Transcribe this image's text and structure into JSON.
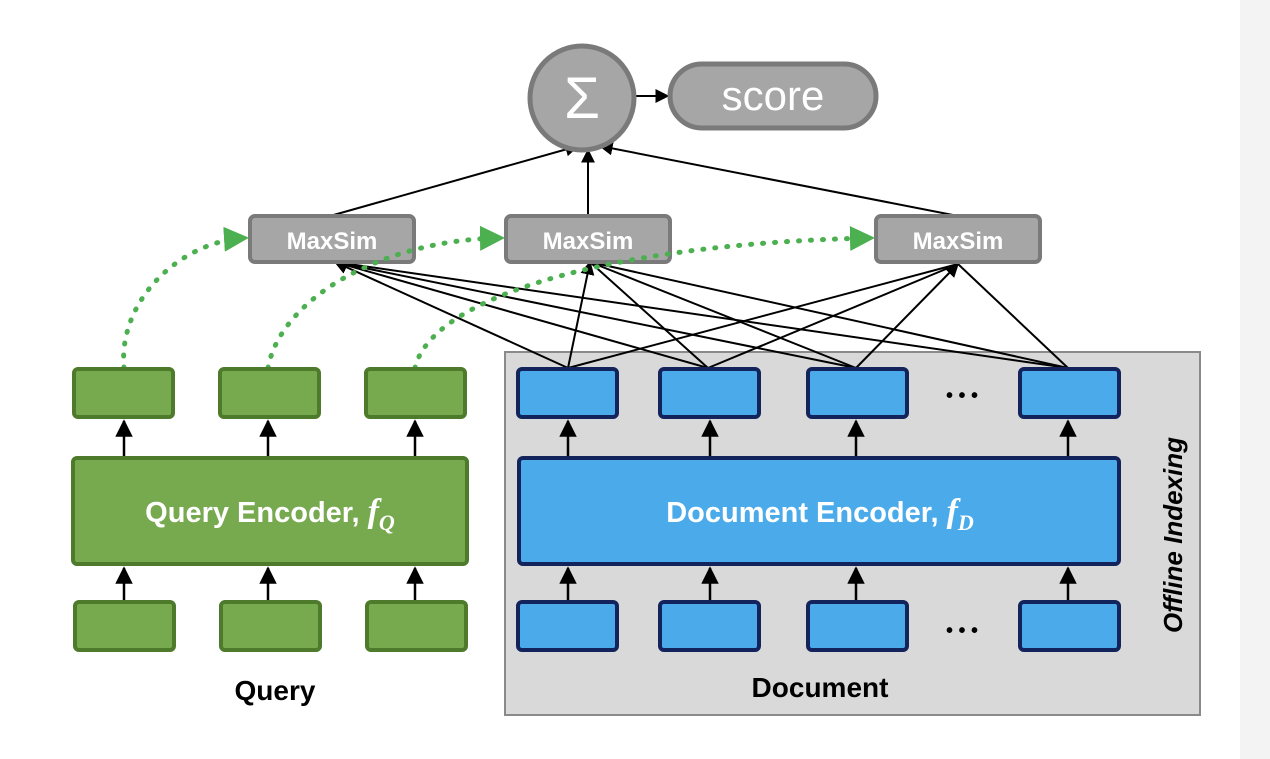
{
  "sum": {
    "symbol": "Σ"
  },
  "score": {
    "label": "score"
  },
  "maxsim": {
    "labels": [
      "MaxSim",
      "MaxSim",
      "MaxSim"
    ]
  },
  "query_encoder": {
    "label": "Query Encoder, ",
    "fn": "f",
    "sub": "Q"
  },
  "document_encoder": {
    "label": "Document Encoder, ",
    "fn": "f",
    "sub": "D"
  },
  "labels": {
    "query": "Query",
    "document": "Document",
    "offline": "Offline Indexing",
    "ellipsis": "• • •"
  },
  "colors": {
    "green_fill": "#77a94f",
    "green_border": "#4e7a2c",
    "blue_fill": "#4aaaea",
    "blue_border": "#13245c",
    "gray_fill": "#a6a6a6",
    "gray_border": "#7a7a7a",
    "dotted_arrow": "#4caf50",
    "panel": "#d9d9d9"
  }
}
